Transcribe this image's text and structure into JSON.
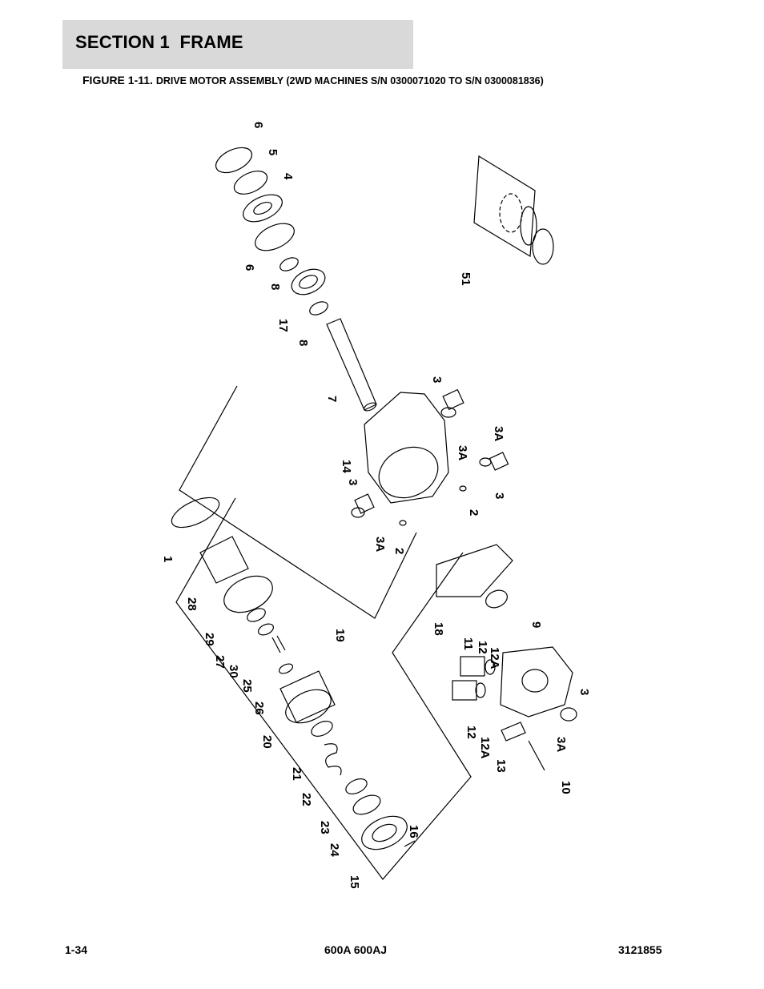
{
  "header": {
    "section": "SECTION 1  FRAME",
    "figure_prefix": "FIGURE 1-11.",
    "figure_title": "DRIVE MOTOR ASSEMBLY (2WD MACHINES S/N 0300071020 TO S/N 0300081836)"
  },
  "diagram": {
    "callouts": [
      "6",
      "5",
      "4",
      "6",
      "8",
      "17",
      "8",
      "7",
      "51",
      "3",
      "3A",
      "3A",
      "14",
      "3",
      "3",
      "3A",
      "2",
      "2",
      "1",
      "28",
      "29",
      "27",
      "30",
      "25",
      "19",
      "26",
      "20",
      "21",
      "22",
      "23",
      "24",
      "15",
      "16",
      "18",
      "11",
      "12",
      "12A",
      "9",
      "12",
      "12A",
      "13",
      "10",
      "3A",
      "3"
    ]
  },
  "footer": {
    "page_number": "1-34",
    "model": "600A 600AJ",
    "doc_number": "3121855"
  }
}
